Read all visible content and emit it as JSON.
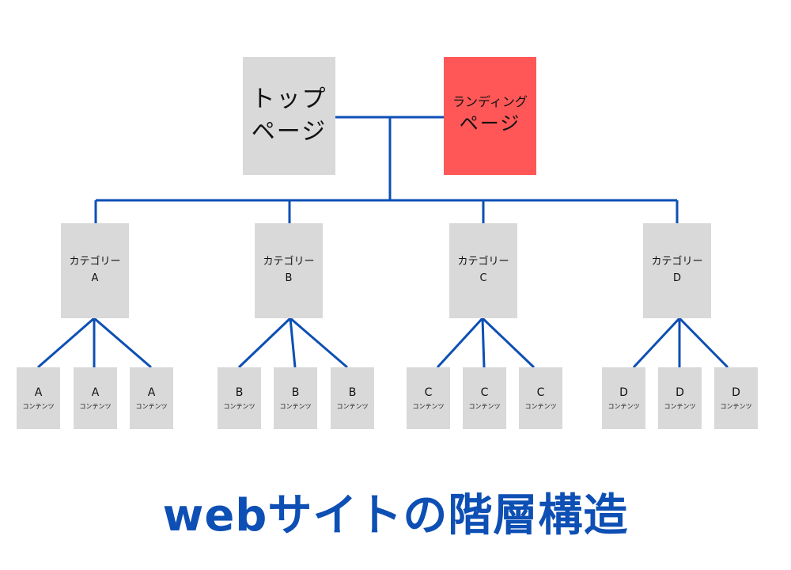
{
  "top_page": {
    "line1": "トップ",
    "line2": "ページ"
  },
  "landing_page": {
    "line1": "ランディング",
    "line2": "ページ"
  },
  "categories": [
    {
      "line1": "カテゴリー",
      "line2": "A"
    },
    {
      "line1": "カテゴリー",
      "line2": "B"
    },
    {
      "line1": "カテゴリー",
      "line2": "C"
    },
    {
      "line1": "カテゴリー",
      "line2": "D"
    }
  ],
  "contents": [
    [
      {
        "letter": "A",
        "label": "コンテンツ"
      },
      {
        "letter": "A",
        "label": "コンテンツ"
      },
      {
        "letter": "A",
        "label": "コンテンツ"
      }
    ],
    [
      {
        "letter": "B",
        "label": "コンテンツ"
      },
      {
        "letter": "B",
        "label": "コンテンツ"
      },
      {
        "letter": "B",
        "label": "コンテンツ"
      }
    ],
    [
      {
        "letter": "C",
        "label": "コンテンツ"
      },
      {
        "letter": "C",
        "label": "コンテンツ"
      },
      {
        "letter": "C",
        "label": "コンテンツ"
      }
    ],
    [
      {
        "letter": "D",
        "label": "コンテンツ"
      },
      {
        "letter": "D",
        "label": "コンテンツ"
      },
      {
        "letter": "D",
        "label": "コンテンツ"
      }
    ]
  ],
  "title": "webサイトの階層構造",
  "colors": {
    "line": "#0d4fb4",
    "box": "#d9d9d9",
    "landing": "#ff5757",
    "title": "#0d4fb4"
  }
}
